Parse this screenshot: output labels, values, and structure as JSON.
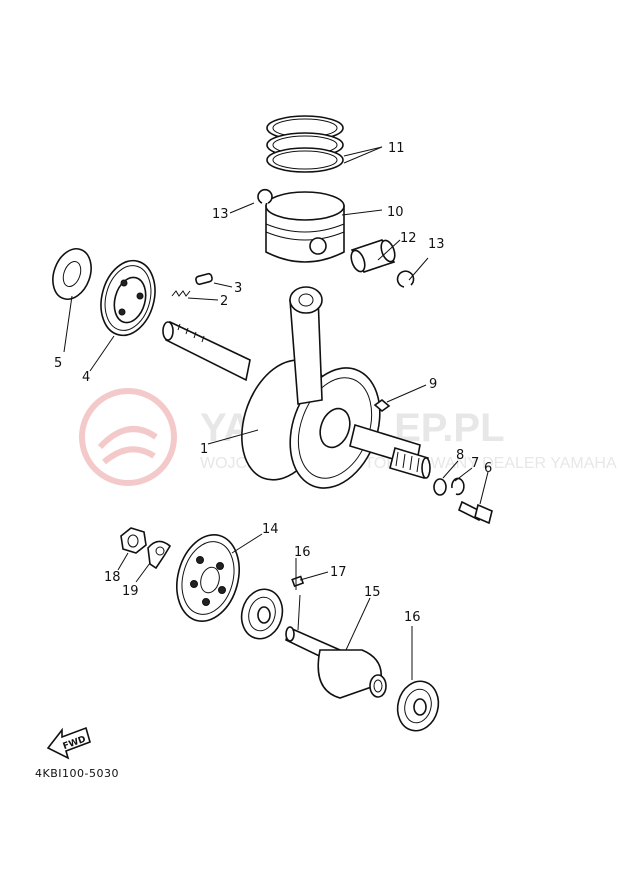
{
  "diagram": {
    "drawing_code": "4KBI100-5030",
    "fwd_label": "FWD",
    "watermark": {
      "title": "YAMASKLEP.PL",
      "subtitle": "WOJCIECHOWICZ AUTORYZOWANY DEALER YAMAHA"
    },
    "callouts": {
      "c1": "1",
      "c2": "2",
      "c3": "3",
      "c4": "4",
      "c5": "5",
      "c6": "6",
      "c7": "7",
      "c8": "8",
      "c9": "9",
      "c10": "10",
      "c11": "11",
      "c12": "12",
      "c13a": "13",
      "c13b": "13",
      "c14": "14",
      "c15": "15",
      "c16a": "16",
      "c16b": "16",
      "c17": "17",
      "c18": "18",
      "c19": "19"
    }
  }
}
